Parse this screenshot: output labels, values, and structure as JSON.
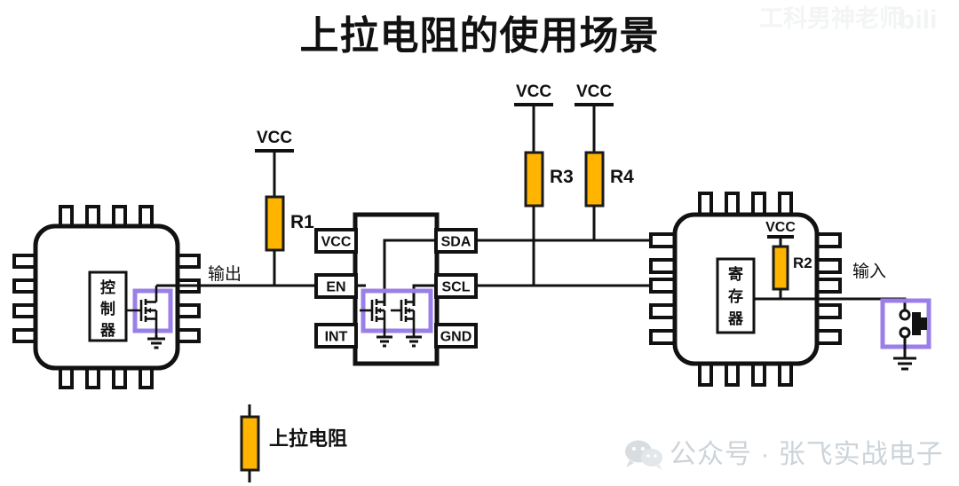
{
  "title": "上拉电阻的使用场景",
  "watermarks": {
    "top_right": "工科男神老师",
    "top_right_logo": "bili",
    "bottom_right": "公众号 · 张飞实战电子",
    "bottom_right_icon": "wechat-icon"
  },
  "colors": {
    "resistor_fill": "#FFB400",
    "resistor_stroke": "#1a1a1a",
    "highlight_box": "#9B7FE8",
    "wire": "#1a1a1a",
    "chip_body": "#ffffff",
    "background": "#ffffff",
    "watermark_gray": "#d8dde2"
  },
  "left_chip": {
    "name": "controller-chip",
    "inner_label": "控制器",
    "highlight": "mosfet-open-drain",
    "pin_count_top": 4,
    "pin_count_bottom": 4,
    "pin_count_left": 4,
    "pin_count_right": 4
  },
  "center_chip": {
    "name": "level-shifter-ic",
    "pins_left": [
      "VCC",
      "EN",
      "INT"
    ],
    "pins_right": [
      "SDA",
      "SCL",
      "GND"
    ],
    "highlight": "dual-mosfet"
  },
  "right_chip": {
    "name": "register-chip",
    "inner_label": "寄存器",
    "pin_count_top": 4,
    "pin_count_bottom": 4,
    "pin_count_left": 4,
    "pin_count_right": 4
  },
  "rails": {
    "r1_vcc": "VCC",
    "r2_vcc": "VCC",
    "r3_vcc": "VCC",
    "r4_vcc": "VCC"
  },
  "resistors": [
    {
      "id": "R1",
      "label": "R1",
      "net": "输出 / EN"
    },
    {
      "id": "R2",
      "label": "R2",
      "net": "寄存器输出"
    },
    {
      "id": "R3",
      "label": "R3",
      "net": "SCL"
    },
    {
      "id": "R4",
      "label": "R4",
      "net": "SDA"
    }
  ],
  "net_labels": {
    "output": "输出",
    "input": "输入"
  },
  "legend": {
    "symbol": "resistor-symbol",
    "label": "上拉电阻"
  },
  "switch": {
    "name": "push-button-switch",
    "highlight": true
  }
}
